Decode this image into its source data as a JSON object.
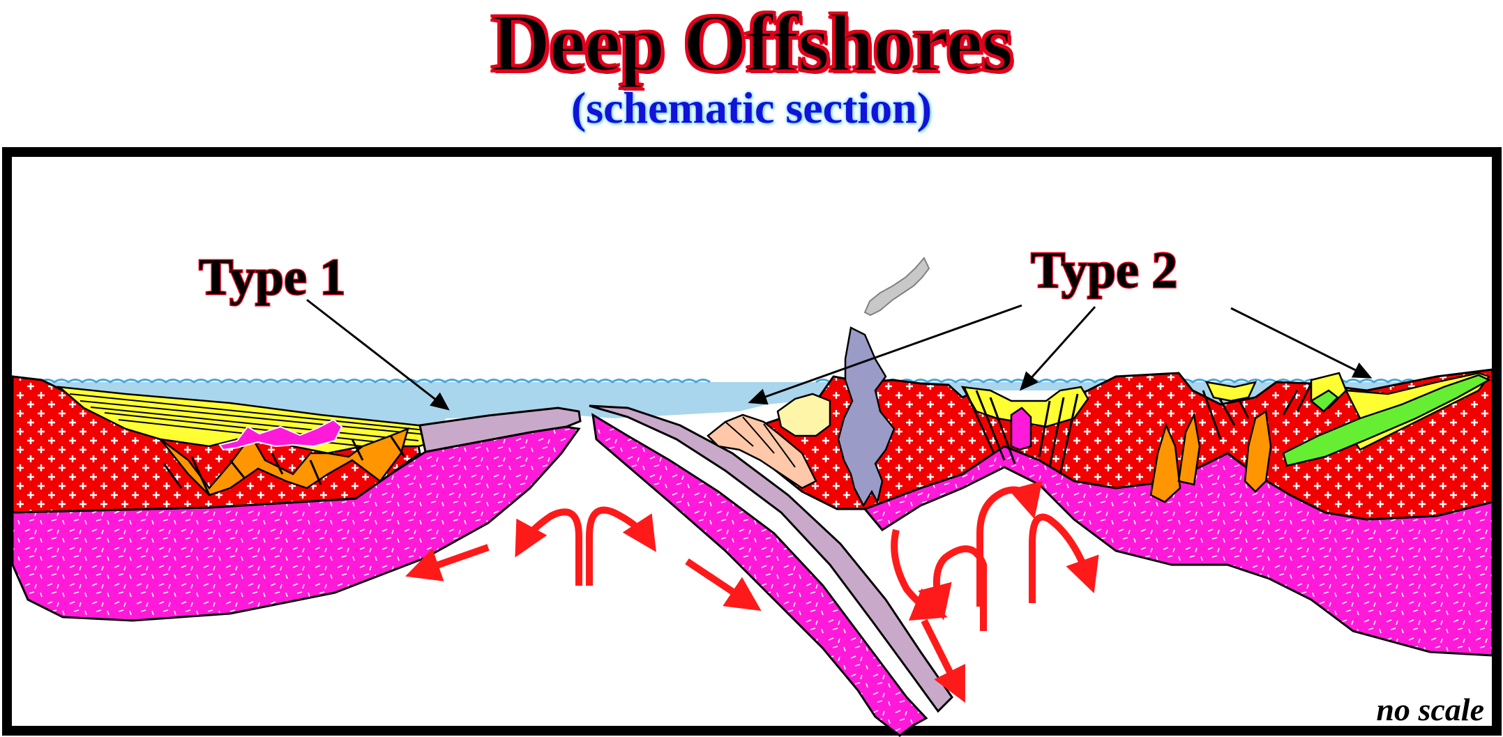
{
  "title": "Deep Offshores",
  "subtitle": "(schematic section)",
  "labels": {
    "type1": "Type 1",
    "type2": "Type 2",
    "scale_note": "no scale"
  },
  "colors": {
    "continental_crust": "#f20000",
    "oceanic_lithosphere": "#ff1ad9",
    "oceanic_crust": "#c9a9c9",
    "sea": "#a9d6ec",
    "sediments": "#ffff33",
    "syn_rift": "#ff9500",
    "volcanic": "#9b9bc8",
    "convection_arrows": "#ff1a1a",
    "title_fill": "#000000",
    "title_outline": "#e3001b",
    "subtitle": "#1212d8"
  }
}
